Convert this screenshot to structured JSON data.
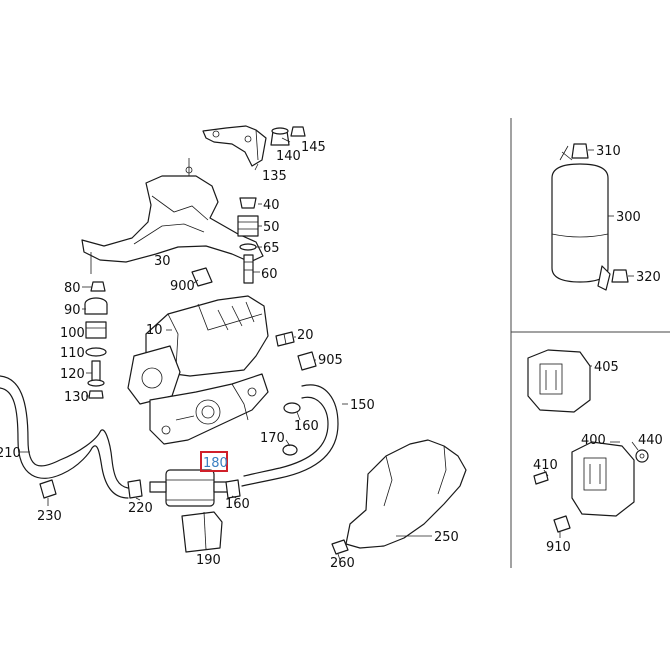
{
  "diagram": {
    "highlight_color": "#d0202a",
    "highlight_text_color": "#3a7fc1",
    "highlighted_part": "180",
    "callouts": [
      {
        "id": "c140",
        "text": "140"
      },
      {
        "id": "c145",
        "text": "145"
      },
      {
        "id": "c135",
        "text": "135"
      },
      {
        "id": "c40",
        "text": "40"
      },
      {
        "id": "c50",
        "text": "50"
      },
      {
        "id": "c65",
        "text": "65"
      },
      {
        "id": "c60",
        "text": "60"
      },
      {
        "id": "c30",
        "text": "30"
      },
      {
        "id": "c900",
        "text": "900"
      },
      {
        "id": "c80",
        "text": "80"
      },
      {
        "id": "c90",
        "text": "90"
      },
      {
        "id": "c100",
        "text": "100"
      },
      {
        "id": "c110",
        "text": "110"
      },
      {
        "id": "c120",
        "text": "120"
      },
      {
        "id": "c130",
        "text": "130"
      },
      {
        "id": "c10",
        "text": "10"
      },
      {
        "id": "c20",
        "text": "20"
      },
      {
        "id": "c905",
        "text": "905"
      },
      {
        "id": "c150",
        "text": "150"
      },
      {
        "id": "c160a",
        "text": "160"
      },
      {
        "id": "c170",
        "text": "170"
      },
      {
        "id": "c210",
        "text": "210"
      },
      {
        "id": "c230",
        "text": "230"
      },
      {
        "id": "c220",
        "text": "220"
      },
      {
        "id": "c180",
        "text": "180"
      },
      {
        "id": "c160b",
        "text": "160"
      },
      {
        "id": "c190",
        "text": "190"
      },
      {
        "id": "c250",
        "text": "250"
      },
      {
        "id": "c260",
        "text": "260"
      },
      {
        "id": "c310",
        "text": "310"
      },
      {
        "id": "c300",
        "text": "300"
      },
      {
        "id": "c320",
        "text": "320"
      },
      {
        "id": "c405",
        "text": "405"
      },
      {
        "id": "c400",
        "text": "400"
      },
      {
        "id": "c440",
        "text": "440"
      },
      {
        "id": "c410",
        "text": "410"
      },
      {
        "id": "c910",
        "text": "910"
      }
    ]
  }
}
